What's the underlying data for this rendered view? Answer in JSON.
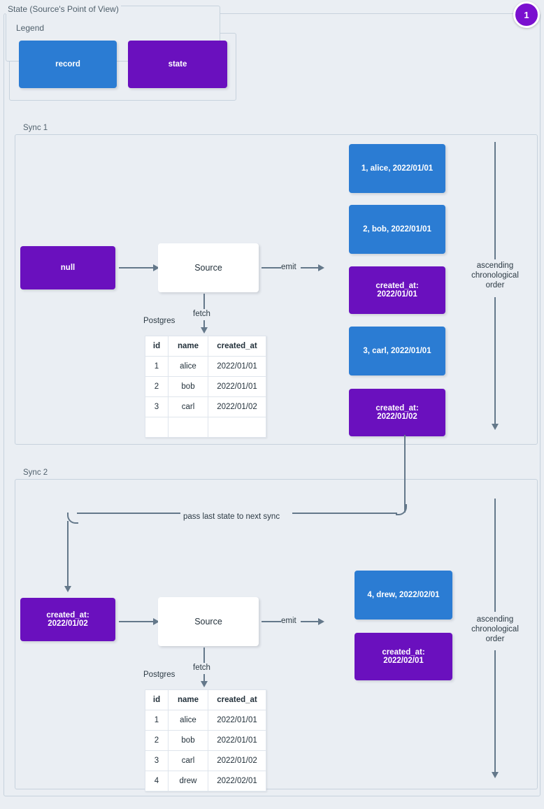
{
  "page": {
    "title": "State (Source's Point of View)",
    "badge": "1"
  },
  "legend": {
    "label": "Legend",
    "items": [
      {
        "label": "record",
        "kind": "record",
        "color": "#2b7cd3"
      },
      {
        "label": "state",
        "kind": "state",
        "color": "#6a10be"
      }
    ]
  },
  "colors": {
    "record": "#2b7cd3",
    "state": "#6a10be",
    "background": "#eaeef3",
    "border": "#c7d2dd",
    "connector": "#64788a",
    "badge": "#7a10cf"
  },
  "sync1": {
    "label": "Sync 1",
    "input_state": "null",
    "source_label": "Source",
    "db_label": "Postgres",
    "fetch_label": "fetch",
    "emit_label": "emit",
    "order_note": "ascending chronological order",
    "table": {
      "columns": [
        "id",
        "name",
        "created_at"
      ],
      "rows": [
        [
          "1",
          "alice",
          "2022/01/01"
        ],
        [
          "2",
          "bob",
          "2022/01/01"
        ],
        [
          "3",
          "carl",
          "2022/01/02"
        ],
        [
          "",
          "",
          ""
        ]
      ]
    },
    "emitted": [
      {
        "kind": "record",
        "text": "1, alice, 2022/01/01"
      },
      {
        "kind": "record",
        "text": "2, bob, 2022/01/01"
      },
      {
        "kind": "state",
        "line1": "created_at:",
        "line2": "2022/01/01"
      },
      {
        "kind": "record",
        "text": "3, carl, 2022/01/01"
      },
      {
        "kind": "state",
        "line1": "created_at:",
        "line2": "2022/01/02"
      }
    ]
  },
  "sync2": {
    "label": "Sync 2",
    "pass_label": "pass last state to next sync",
    "input_state_line1": "created_at:",
    "input_state_line2": "2022/01/02",
    "source_label": "Source",
    "db_label": "Postgres",
    "fetch_label": "fetch",
    "emit_label": "emit",
    "order_note": "ascending chronological order",
    "table": {
      "columns": [
        "id",
        "name",
        "created_at"
      ],
      "rows": [
        [
          "1",
          "alice",
          "2022/01/01"
        ],
        [
          "2",
          "bob",
          "2022/01/01"
        ],
        [
          "3",
          "carl",
          "2022/01/02"
        ],
        [
          "4",
          "drew",
          "2022/02/01"
        ]
      ]
    },
    "emitted": [
      {
        "kind": "record",
        "text": "4, drew, 2022/02/01"
      },
      {
        "kind": "state",
        "line1": "created_at:",
        "line2": "2022/02/01"
      }
    ]
  }
}
